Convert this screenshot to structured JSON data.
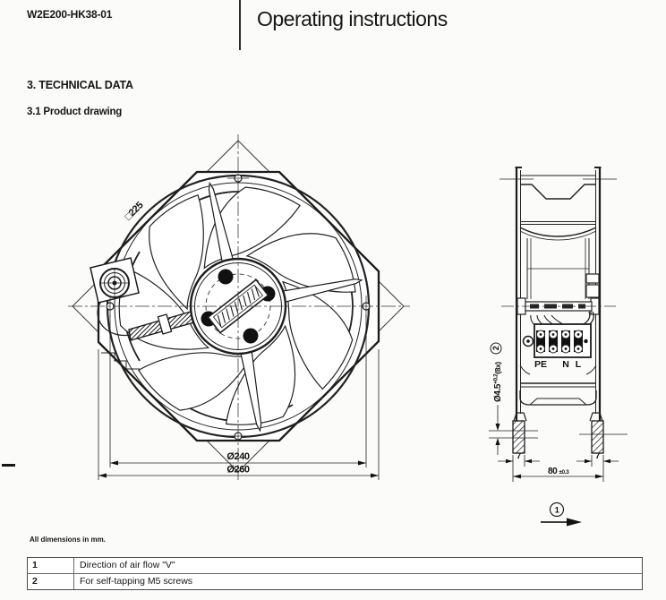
{
  "header": {
    "product_code": "W2E200-HK38-01",
    "title": "Operating instructions"
  },
  "sections": {
    "technical_data": "3. TECHNICAL DATA",
    "product_drawing": "3.1 Product drawing"
  },
  "front_view": {
    "square_dim": "□225",
    "bolt_circle_dim": "Ø240",
    "outer_dim": "Ø260"
  },
  "side_view": {
    "terminal_pe": "PE",
    "terminal_n": "N",
    "terminal_l": "L",
    "hole_dim": "Ø4.5",
    "hole_tolerance": "+0.2",
    "hole_count": "(8x)",
    "hole_note_ref": "2",
    "foot_left_dim": "7",
    "foot_right_dim": "7",
    "depth_dim": "80",
    "depth_tolerance": "±0.3",
    "airflow_ref": "1"
  },
  "footnote": "All dimensions in mm.",
  "legend": {
    "rows": [
      {
        "ref": "1",
        "description": "Direction of air flow \"V\""
      },
      {
        "ref": "2",
        "description": "For self-tapping M5 screws"
      }
    ]
  }
}
